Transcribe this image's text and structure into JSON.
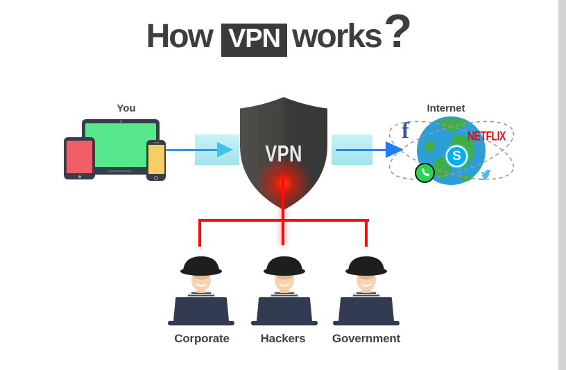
{
  "title": {
    "word1": "How",
    "highlight": "VPN",
    "word2": "works",
    "question": "?"
  },
  "you": {
    "label": "You"
  },
  "shield": {
    "label": "VPN"
  },
  "internet": {
    "label": "Internet",
    "facebook": "f",
    "netflix": "NETFLIX",
    "skype": "S"
  },
  "threats": {
    "items": [
      {
        "label": "Corporate"
      },
      {
        "label": "Hackers"
      },
      {
        "label": "Government"
      }
    ]
  },
  "colors": {
    "title_text": "#3e3e3e",
    "vpn_badge_bg": "#3b3b3b",
    "shield_light": "#4c4a47",
    "shield_dark": "#383837",
    "danger_red": "#fb0c08",
    "laptop_screen": "#57e78d",
    "tablet_screen": "#f25e67",
    "phone_screen": "#f3cf65",
    "device_frame": "#353e49",
    "arrow_band": "#aee7f0",
    "arrow_head_left": "#3fc3e8",
    "arrow_head_right": "#1e7ff5",
    "arrow_line": "#2f97e0",
    "globe_ocean": "#2d9fd6",
    "globe_land": "#3fae49",
    "facebook_blue": "#3b5998",
    "netflix_red": "#e50914",
    "skype_blue": "#00aff0",
    "whatsapp_green": "#2ed151",
    "twitter_blue": "#4fb7e6"
  }
}
